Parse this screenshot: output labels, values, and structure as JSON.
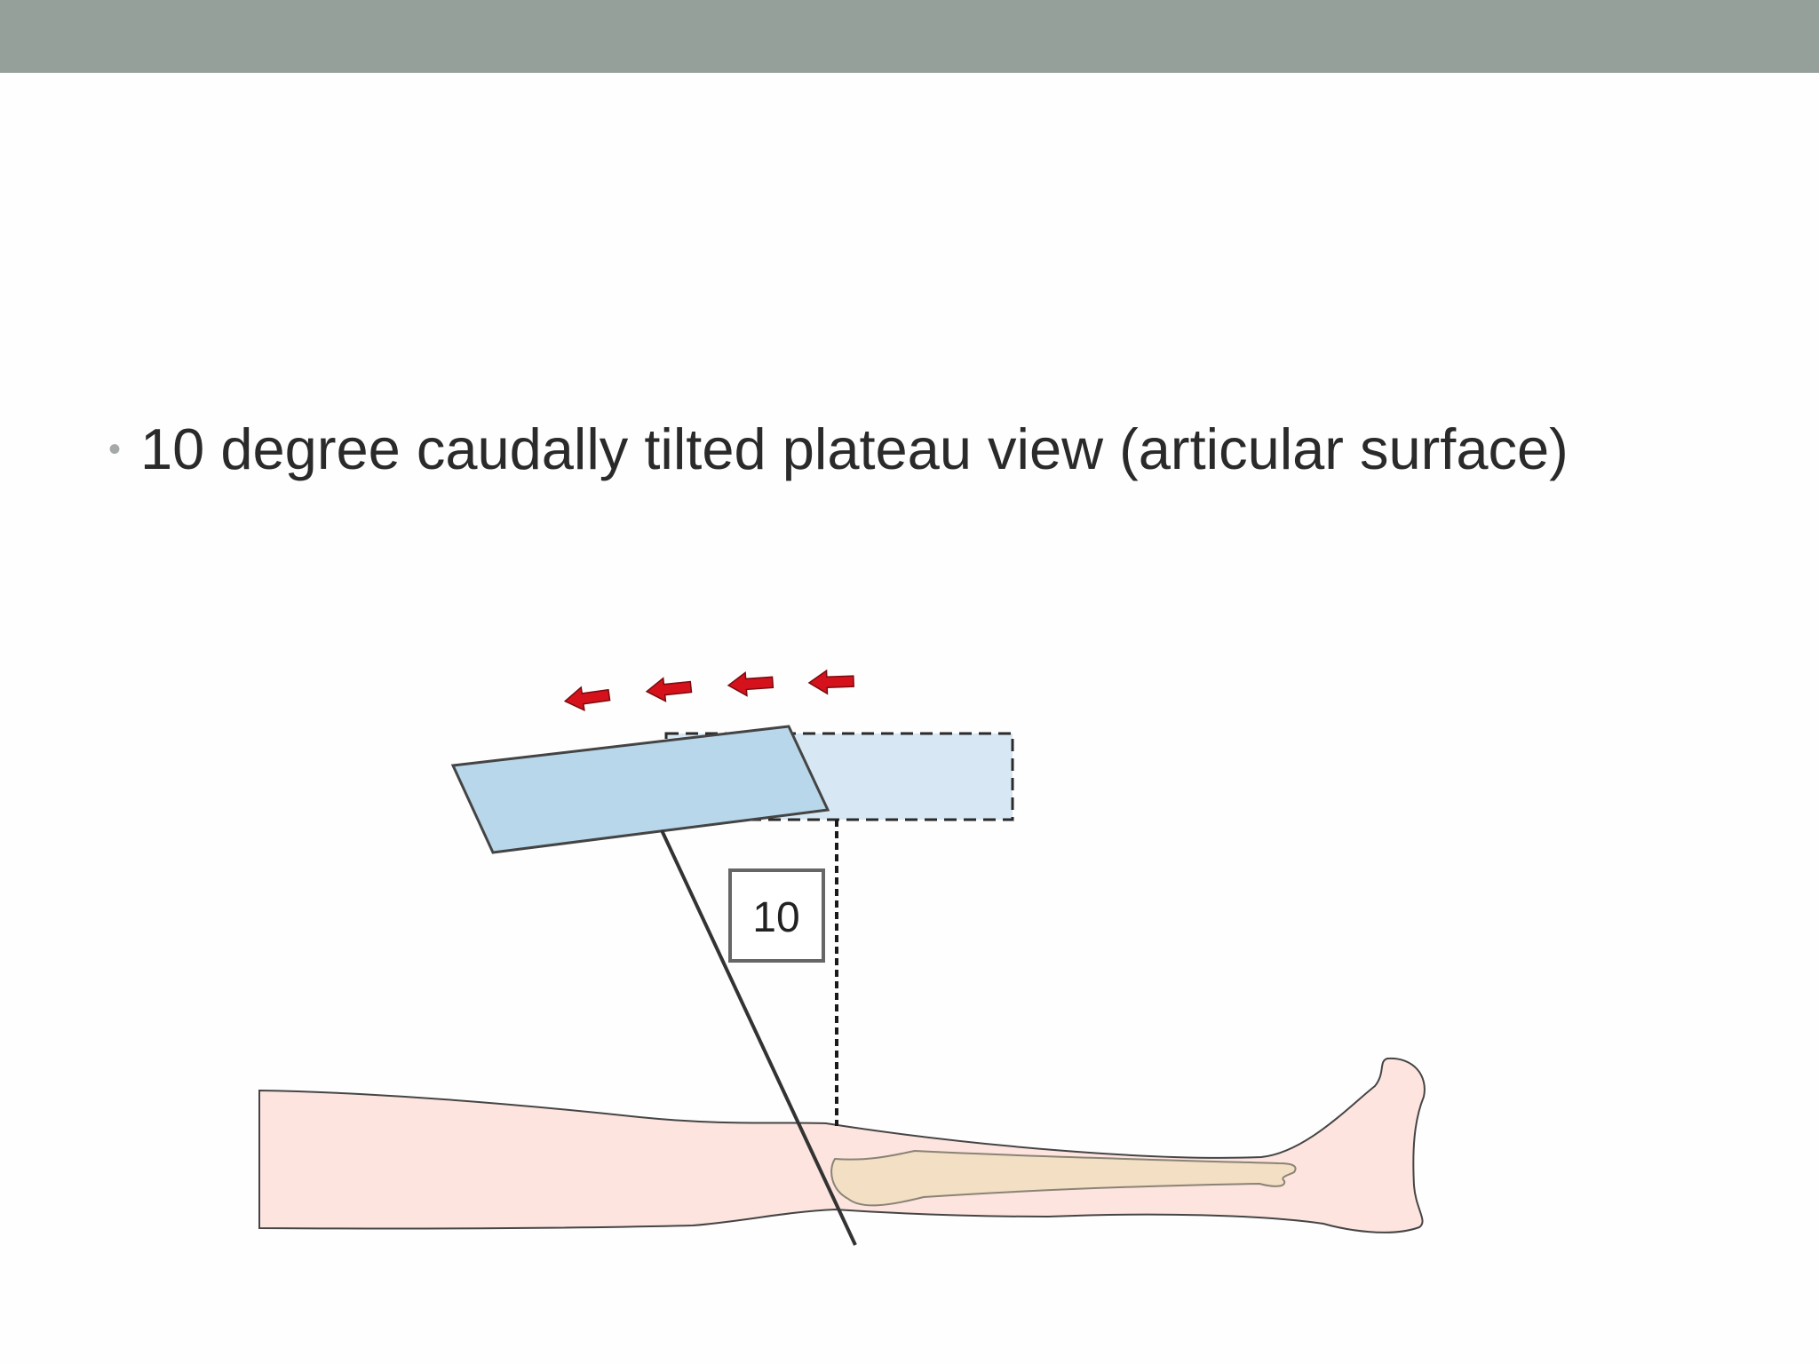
{
  "header": {
    "color": "#95a09a"
  },
  "bullets": [
    {
      "text": "10 degree caudally tilted plateau view (articular surface)"
    }
  ],
  "figure": {
    "angle_label": "10",
    "icons": [
      "leg-illustration",
      "tibia-bone",
      "xray-beam-line",
      "motion-arrow-icon"
    ],
    "colors": {
      "tilted_plate": "#b8d7ea",
      "original_plate": "#d7e8f4",
      "skin": "#fde4de",
      "bone": "#f2dfc4",
      "arrow": "#d5121b"
    }
  }
}
